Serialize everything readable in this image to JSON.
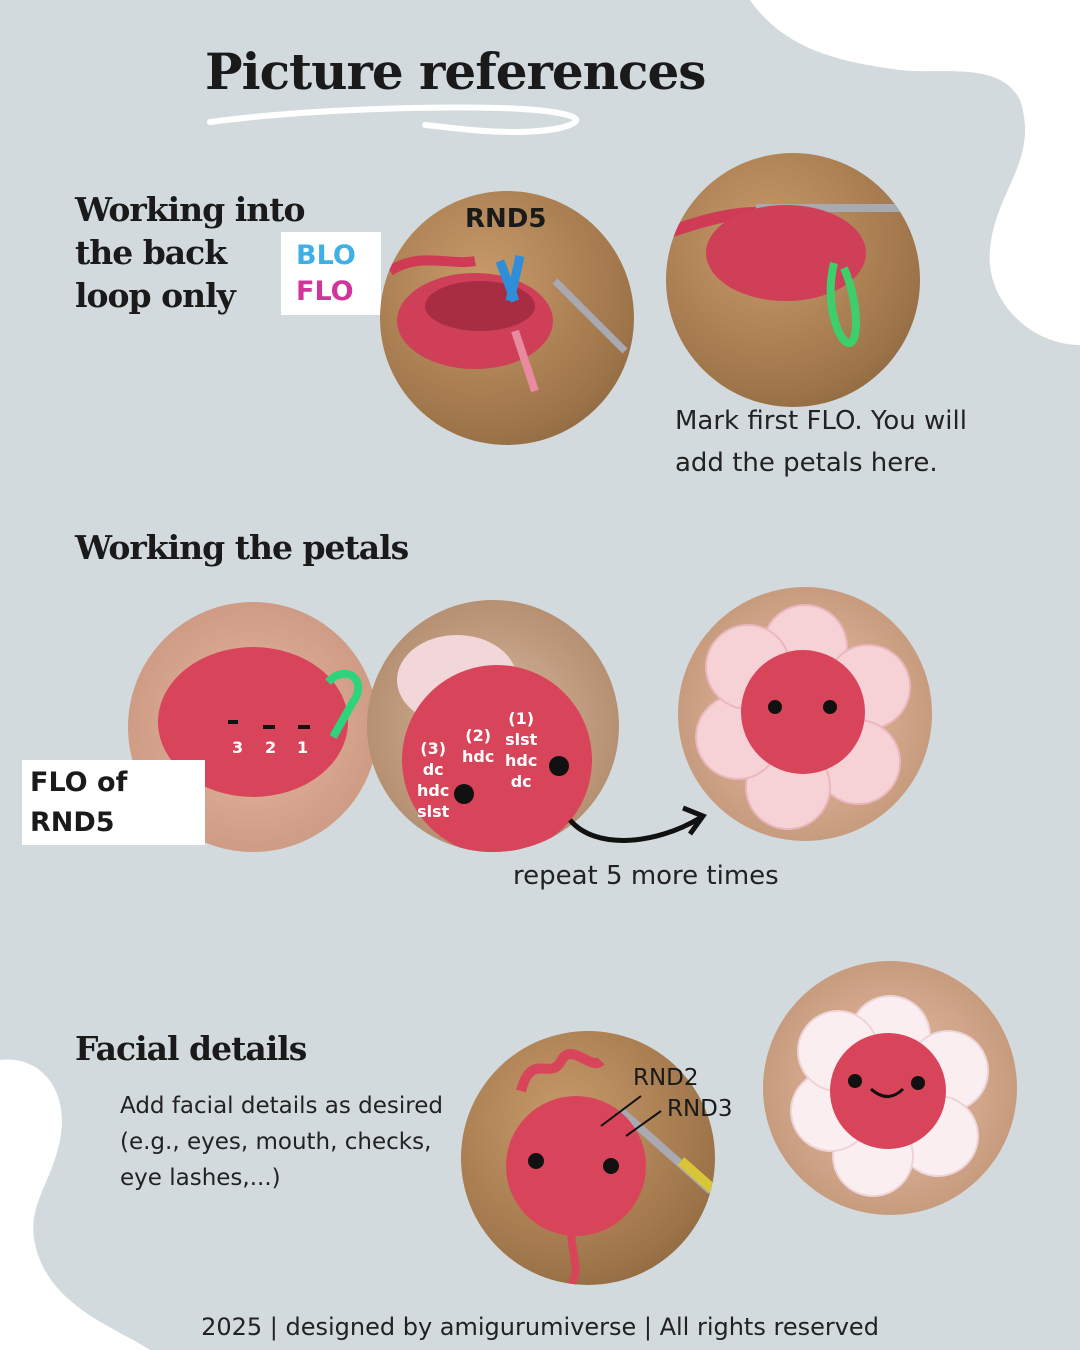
{
  "title": "Picture references",
  "section1": {
    "heading_lines": [
      "Working into",
      "the back",
      "loop only"
    ],
    "legend": {
      "blo": "BLO",
      "flo": "FLO",
      "blo_color": "#3fb0e6",
      "flo_color": "#d1349a"
    },
    "photo_label": "RND5",
    "caption_lines": [
      "Mark first FLO. You will",
      "add the petals here."
    ]
  },
  "section2": {
    "heading": "Working the petals",
    "marker_numbers": [
      "3",
      "2",
      "1"
    ],
    "flo_label_lines": [
      "FLO of",
      "RND5"
    ],
    "stitch_groups": [
      {
        "num": "(1)",
        "stitches": [
          "slst",
          "hdc",
          "dc"
        ]
      },
      {
        "num": "(2)",
        "stitches": [
          "hdc"
        ]
      },
      {
        "num": "(3)",
        "stitches": [
          "dc",
          "hdc",
          "slst"
        ]
      }
    ],
    "repeat_text": "repeat 5 more times"
  },
  "section3": {
    "heading": "Facial details",
    "description_lines": [
      "Add facial details as desired",
      "(e.g., eyes, mouth, checks,",
      "eye lashes,...)"
    ],
    "round_labels": [
      "RND2",
      "RND3"
    ]
  },
  "footer": "2025 | designed by amigurumiverse | All rights reserved",
  "colors": {
    "background": "#d3dadd",
    "yarn_red": "#d8455a",
    "petal_pink": "#f6d2d6"
  }
}
